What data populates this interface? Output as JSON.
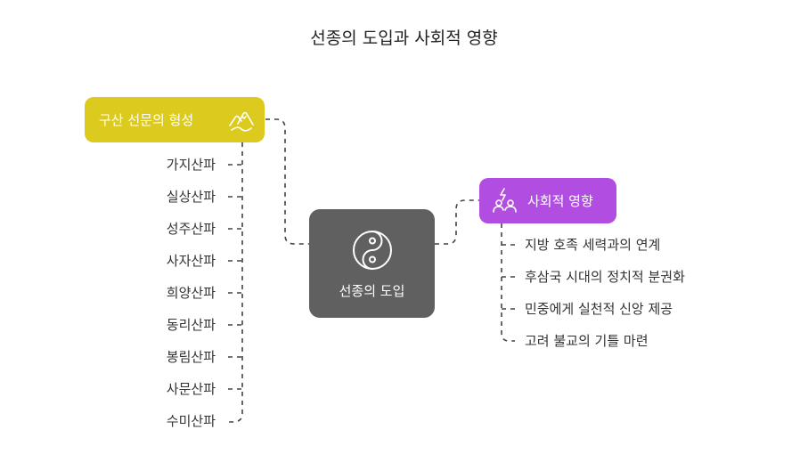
{
  "title": "선종의 도입과 사회적 영향",
  "center": {
    "label": "선종의 도입",
    "icon": "yin-yang-icon"
  },
  "left_branch": {
    "label": "구산 선문의 형성",
    "icon": "mountains-icon",
    "color": "#DCCB1E",
    "items": [
      "가지산파",
      "실상산파",
      "성주산파",
      "사자산파",
      "희양산파",
      "동리산파",
      "봉림산파",
      "사문산파",
      "수미산파"
    ]
  },
  "right_branch": {
    "label": "사회적 영향",
    "icon": "people-spark-icon",
    "color": "#B14DE0",
    "items": [
      "지방 호족 세력과의 연계",
      "후삼국 시대의 정치적 분권화",
      "민중에게 실천적 신앙 제공",
      "고려 불교의 기틀 마련"
    ]
  },
  "center_color": "#606060"
}
